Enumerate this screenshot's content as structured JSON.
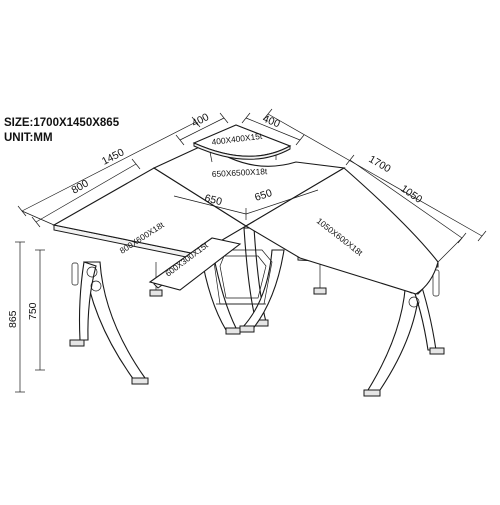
{
  "specs": {
    "size": "SIZE:1700X1450X865",
    "unit": "UNIT:MM"
  },
  "dimensions": {
    "d1450": "1450",
    "d800": "800",
    "d400_left": "400",
    "d400_right": "400",
    "d1700": "1700",
    "d1050": "1050",
    "d650_left": "650",
    "d650_right": "650",
    "d865": "865",
    "d750": "750"
  },
  "parts": {
    "corner_shelf": "400X400X15t",
    "corner_top": "650X6500X18t",
    "left_top": "800X600X18t",
    "right_top": "1050X600X18t",
    "keyboard_tray": "600X300X15t"
  }
}
